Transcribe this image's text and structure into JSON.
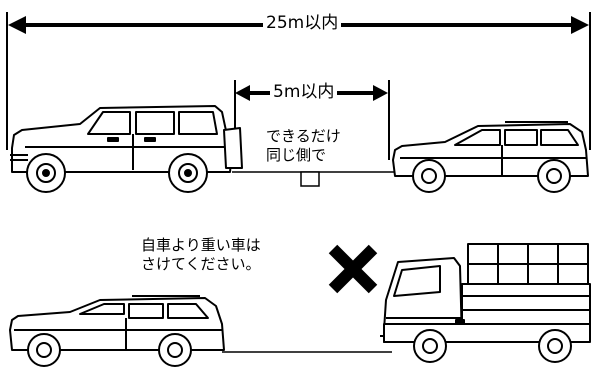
{
  "distance_labels": {
    "overall": "25m以内",
    "gap": "5m以内"
  },
  "notes": {
    "same_side": [
      "できるだけ",
      "同じ側で"
    ],
    "avoid_heavier": [
      "自車より重い車は",
      "さけてください。"
    ]
  },
  "prohibition_mark": "✖",
  "colors": {
    "line": "#000000",
    "background": "#ffffff"
  }
}
